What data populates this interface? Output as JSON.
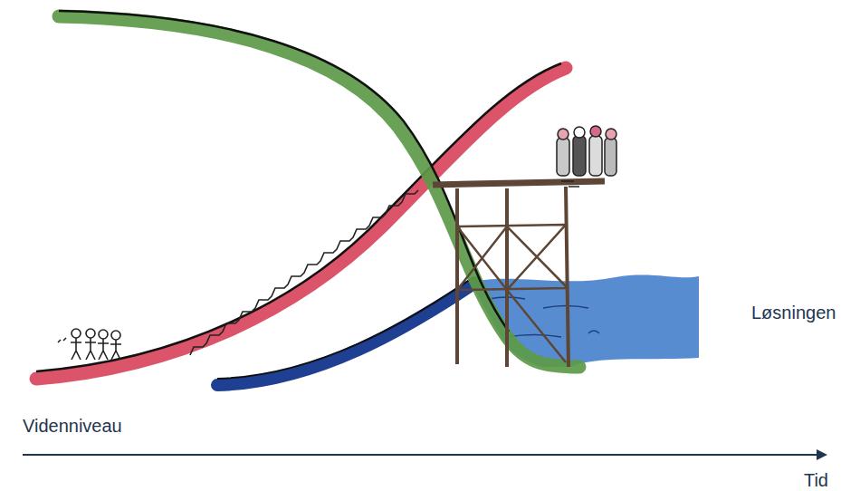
{
  "diagram": {
    "labels": [
      "Løsningen",
      "Videnniveau",
      "Tid"
    ]
  }
}
